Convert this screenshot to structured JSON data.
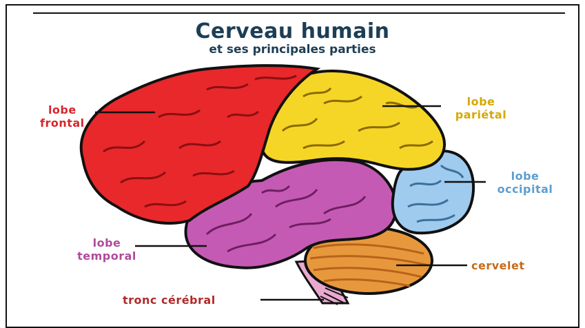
{
  "title": "Cerveau humain",
  "subtitle": "et ses principales parties",
  "labels": {
    "frontal": [
      "lobe",
      "frontal"
    ],
    "parietal": [
      "lobe",
      "pariétal"
    ],
    "occipital": [
      "lobe",
      "occipital"
    ],
    "temporal": [
      "lobe",
      "temporal"
    ],
    "cervelet": "cervelet",
    "tronc": "tronc cérébral"
  },
  "colors": {
    "frontal": "#e8282a",
    "parietal": "#f5d627",
    "occipital": "#9fcbee",
    "temporal": "#c55ab4",
    "cervelet": "#e8983c",
    "tronc": "#e9a9cf",
    "title": "#1d3e55"
  }
}
